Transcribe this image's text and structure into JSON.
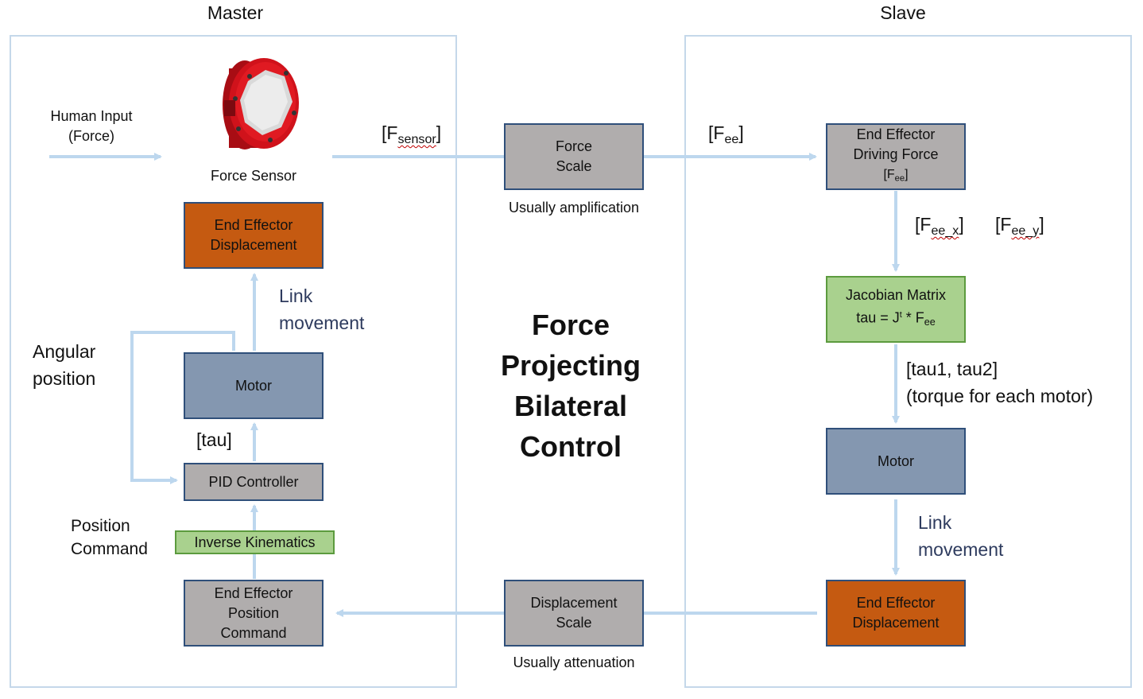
{
  "master": {
    "heading": "Master",
    "human_input": {
      "line1": "Human Input",
      "line2": "(Force)"
    },
    "force_sensor_label": "Force Sensor",
    "f_sensor_label": {
      "open": "[F",
      "sub": "sensor",
      "close": "]"
    },
    "ee_displacement": {
      "line1": "End Effector",
      "line2": "Displacement"
    },
    "link_movement": {
      "line1": "Link",
      "line2": "movement"
    },
    "angular_position": {
      "line1": "Angular",
      "line2": "position"
    },
    "motor": "Motor",
    "tau_label": "[tau]",
    "pid_controller": "PID Controller",
    "position_command": {
      "line1": "Position",
      "line2": "Command"
    },
    "inverse_kinematics": "Inverse Kinematics",
    "ee_position_command": {
      "line1": "End Effector",
      "line2": "Position",
      "line3": "Command"
    }
  },
  "middle": {
    "force_scale": {
      "line1": "Force",
      "line2": "Scale"
    },
    "force_scale_caption": "Usually amplification",
    "title": {
      "line1": "Force",
      "line2": "Projecting",
      "line3": "Bilateral",
      "line4": "Control"
    },
    "displacement_scale": {
      "line1": "Displacement",
      "line2": "Scale"
    },
    "displacement_scale_caption": "Usually attenuation"
  },
  "slave": {
    "heading": "Slave",
    "f_ee_label": {
      "open": "[F",
      "sub": "ee",
      "close": "]"
    },
    "ee_driving_force": {
      "line1": "End Effector",
      "line2": "Driving Force",
      "line3_open": "[F",
      "line3_sub": "ee",
      "line3_close": "]"
    },
    "f_ee_x": {
      "open": "[F",
      "sub": "ee_x",
      "close": "]"
    },
    "f_ee_y": {
      "open": "[F",
      "sub": "ee_y",
      "close": "]"
    },
    "jacobian": {
      "line1": "Jacobian Matrix",
      "line2_prefix": "tau = J",
      "line2_sup": "t",
      "line2_mid": " * F",
      "line2_sub": "ee"
    },
    "tau_label": {
      "line1": "[tau1, tau2]",
      "line2": "(torque for each motor)"
    },
    "motor": "Motor",
    "link_movement": {
      "line1": "Link",
      "line2": "movement"
    },
    "ee_displacement": {
      "line1": "End Effector",
      "line2": "Displacement"
    }
  },
  "colors": {
    "panel_border": "#c5d8ea",
    "arrow": "#bdd7ee",
    "box_border": "#2f4f7a",
    "gray_box": "#b0adad",
    "motor_box": "#8497b0",
    "displacement_box": "#c55a11",
    "green_box": "#a9d18e",
    "sensor_red": "#d0121b"
  },
  "icons": {
    "force_sensor": "force-sensor-image"
  }
}
